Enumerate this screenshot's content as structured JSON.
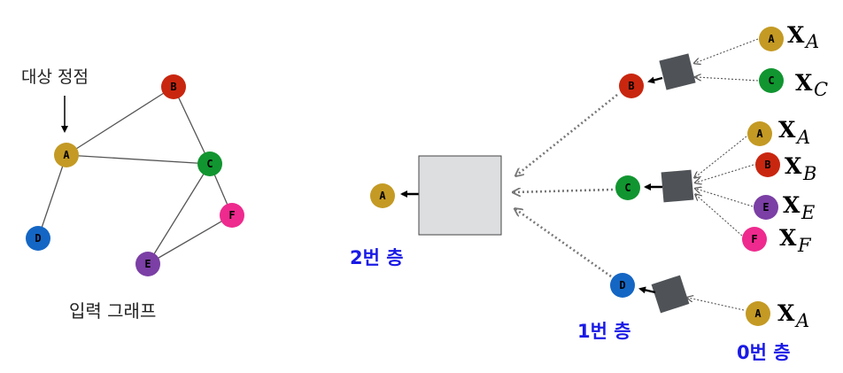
{
  "colors": {
    "A": "#c49a24",
    "B": "#c9260f",
    "C": "#119530",
    "D": "#1466c4",
    "E": "#7b3fa5",
    "F": "#ee2a8e",
    "layer_label": "#1a1ae6",
    "edge": "#555555",
    "dotted": "#777777",
    "aggregator": "#4f5357",
    "big_box": "#dcdee0"
  },
  "input_graph": {
    "target_label": "대상 정점",
    "caption": "입력 그래프",
    "nodes": {
      "A": "A",
      "B": "B",
      "C": "C",
      "D": "D",
      "E": "E",
      "F": "F"
    }
  },
  "layers": {
    "layer2": "2번 층",
    "layer1": "1번 층",
    "layer0": "0번 층"
  },
  "tree": {
    "root": "A",
    "level1": [
      "B",
      "C",
      "D"
    ],
    "level0": {
      "B": [
        "A",
        "C"
      ],
      "C": [
        "A",
        "B",
        "E",
        "F"
      ],
      "D": [
        "A"
      ]
    },
    "feature_symbol": "X"
  }
}
